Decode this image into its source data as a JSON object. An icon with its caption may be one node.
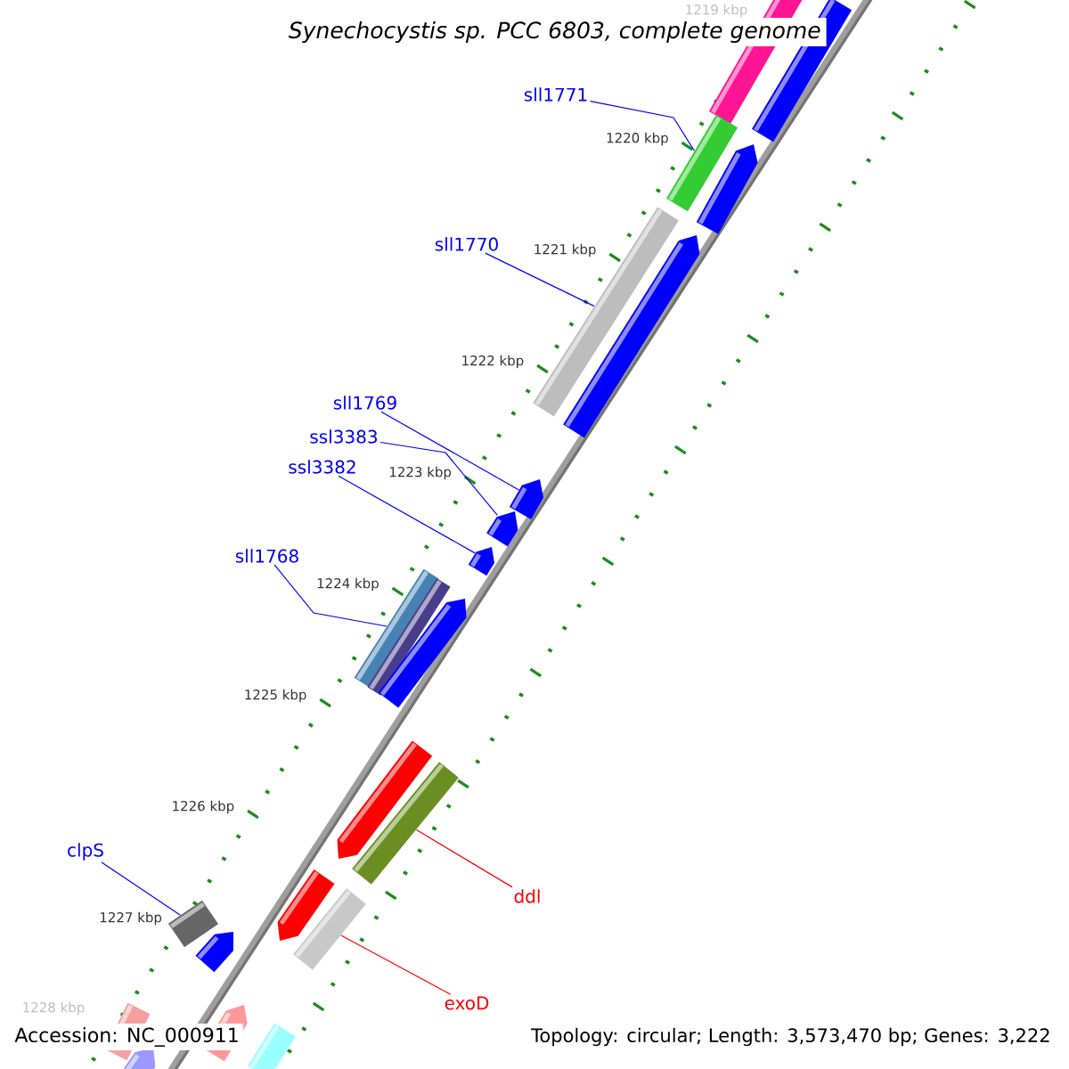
{
  "diagram": {
    "title": "Synechocystis sp. PCC 6803, complete genome",
    "nodes": [
      {
        "text": [],
        "shape": "bar"
      },
      {
        "text": [],
        "shape": "bar"
      },
      {
        "text": [
          "sll1771"
        ]
      },
      {
        "text": [],
        "shape": "bar"
      },
      {
        "text": [],
        "shape": "bar"
      },
      {
        "text": [
          "sll1770"
        ]
      },
      {
        "text": [],
        "shape": "bar"
      },
      {
        "text": [],
        "shape": "bar"
      },
      {
        "text": [
          "sll1769"
        ]
      },
      {
        "text": [
          "ssl3383"
        ]
      },
      {
        "text": [
          "ssl3382"
        ]
      },
      {
        "text": [],
        "shape": "bar"
      },
      {
        "text": [],
        "shape": "bar"
      },
      {
        "text": [],
        "shape": "bar"
      },
      {
        "text": [
          "sll1768"
        ]
      },
      {
        "text": [],
        "shape": "bar"
      },
      {
        "text": [],
        "shape": "bar"
      },
      {
        "text": [],
        "shape": "bar"
      },
      {
        "text": [],
        "shape": "bar"
      },
      {
        "text": [],
        "shape": "bar"
      },
      {
        "text": [
          "clpS"
        ]
      },
      {
        "text": [
          "ddl"
        ]
      },
      {
        "text": [],
        "shape": "bar"
      },
      {
        "text": [],
        "shape": "bar"
      },
      {
        "text": [],
        "shape": "bar"
      },
      {
        "text": [],
        "shape": "bar"
      },
      {
        "text": [
          "exoD"
        ]
      },
      {
        "text": [],
        "shape": "bar"
      },
      {
        "text": [],
        "shape": "bar"
      },
      {
        "text": [],
        "shape": "bar"
      },
      {
        "text": [],
        "shape": "bar"
      }
    ],
    "edges": [
      {
        "from": 2,
        "to": 3,
        "arrow": "none"
      },
      {
        "from": 5,
        "to": 6,
        "arrow": "none"
      },
      {
        "from": 8,
        "to": 11,
        "arrow": "none"
      },
      {
        "from": 9,
        "to": 12,
        "arrow": "none"
      },
      {
        "from": 10,
        "to": 13,
        "arrow": "none"
      },
      {
        "from": 14,
        "to": 15,
        "arrow": "none"
      },
      {
        "from": 20,
        "to": 24,
        "arrow": "none"
      },
      {
        "from": 21,
        "to": 19,
        "arrow": "none",
        "color": "#ff0000"
      },
      {
        "from": 26,
        "to": 23,
        "arrow": "none",
        "color": "#ff0000"
      }
    ],
    "labels": [
      "1219 kbp",
      "1220 kbp",
      "1221 kbp",
      "1222 kbp",
      "1223 kbp",
      "1224 kbp",
      "1225 kbp",
      "1226 kbp",
      "1227 kbp",
      "1228 kbp",
      "Accession: NC_000911",
      "Topology: circular; Length: 3,573,470 bp; Genes: 3,222"
    ]
  }
}
